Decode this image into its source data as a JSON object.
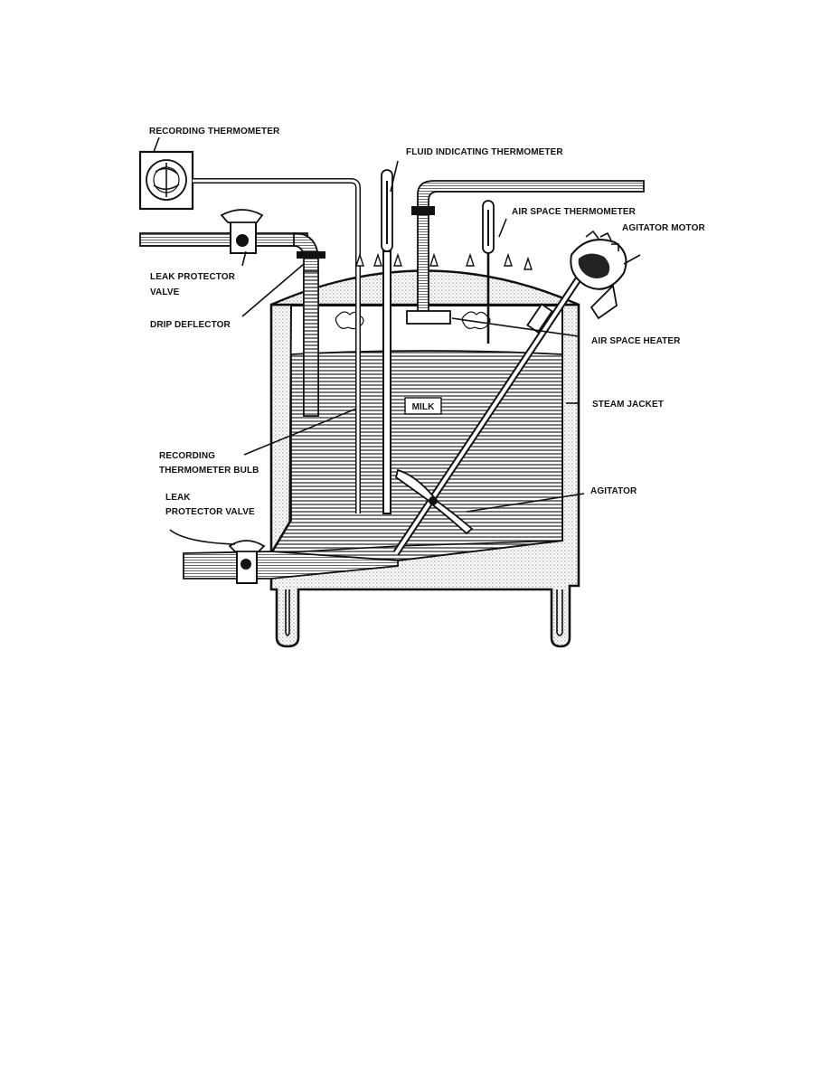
{
  "labels": {
    "recording_thermometer": "RECORDING THERMOMETER",
    "fluid_indicating_thermometer": "FLUID INDICATING THERMOMETER",
    "air_space_thermometer": "AIR SPACE THERMOMETER",
    "agitator_motor": "AGITATOR MOTOR",
    "leak_protector_valve_top_1": "LEAK PROTECTOR",
    "leak_protector_valve_top_2": "VALVE",
    "drip_deflector": "DRIP DEFLECTOR",
    "air_space_heater": "AIR SPACE HEATER",
    "milk": "MILK",
    "steam_jacket": "STEAM JACKET",
    "recording_thermometer_bulb_1": "RECORDING",
    "recording_thermometer_bulb_2": "THERMOMETER BULB",
    "agitator": "AGITATOR",
    "leak_protector_valve_bottom_1": "LEAK",
    "leak_protector_valve_bottom_2": "PROTECTOR VALVE"
  },
  "colors": {
    "ink": "#111111",
    "stipple": "#cfcfcf",
    "milk_lines": "#333333"
  }
}
